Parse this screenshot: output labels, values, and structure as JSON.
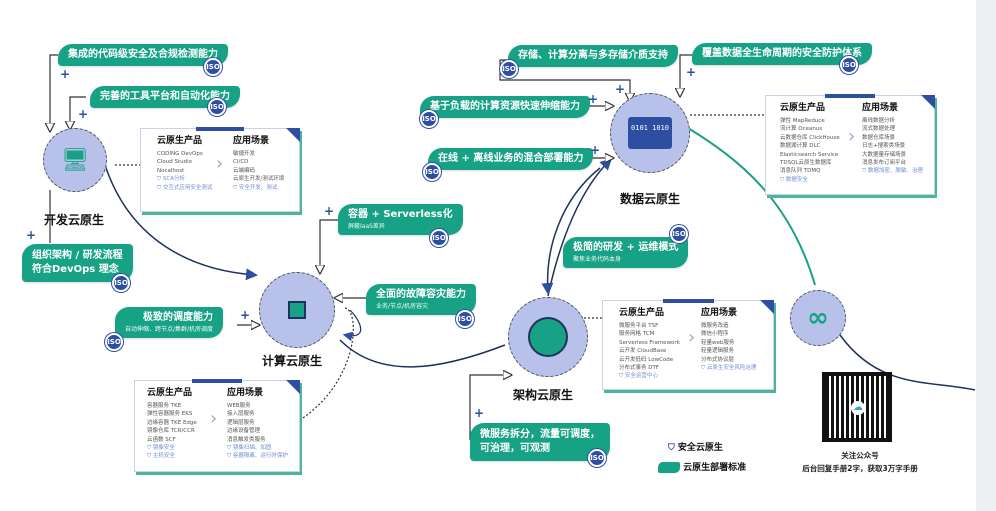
{
  "tags": {
    "code_security": "集成的代码级安全及合规检测能力",
    "tool_platform": "完善的工具平台和自动化能力",
    "devops_org_1": "组织架构 / 研发流程",
    "devops_org_2": "符合DevOps 理念",
    "serverless": "容器 + Serverless化",
    "serverless_sub": "屏蔽IaaS差异",
    "disaster": "全面的故障容灾能力",
    "disaster_sub": "业务/节点/机房容灾",
    "scheduling": "极致的调度能力",
    "scheduling_sub": "自动伸缩、跨节点/集群/机房调度",
    "storage": "存储、计算分离与多存储介质支持",
    "data_security": "覆盖数据全生命周期的安全防护体系",
    "elastic": "基于负载的计算资源快速伸缩能力",
    "hybrid": "在线 + 离线业务的混合部署能力",
    "rd_ops": "极简的研发 + 运维模式",
    "rd_ops_sub": "聚焦业务代码本身",
    "microservice_1": "微服务拆分，流量可调度，",
    "microservice_2": "可治理，可观测"
  },
  "iso": "ISO",
  "plus": "+",
  "nodes": {
    "devops": "开发云原生",
    "compute": "计算云原生",
    "arch": "架构云原生",
    "data": "数据云原生"
  },
  "data_icon": "0101 1010",
  "card_headers": {
    "products": "云原生产品",
    "scenarios": "应用场景"
  },
  "cards": {
    "devops": {
      "products": [
        "CODING DevOps",
        "Cloud Studio",
        "Nocalhost"
      ],
      "products_sec": [
        "SCA分析",
        "交互式应用安全测试"
      ],
      "scenarios": [
        "敏捷开发",
        "CI/CD",
        "云端编码",
        "云原生开发/测试环境"
      ],
      "scenarios_sec": [
        "安全开发、测试"
      ]
    },
    "data": {
      "products": [
        "弹性 MapReduce",
        "流计算 Oceanus",
        "云数据仓库 ClickHouse",
        "数据湖计算 DLC",
        "Elasticsearch Service",
        "TDSQL云原生数据库",
        "消息队列 TDMQ"
      ],
      "products_sec": [
        "数据安全"
      ],
      "scenarios": [
        "离线数据分析",
        "流式数据处理",
        "数据仓库场景",
        "日志+搜索类场景",
        "大数据量存储场景",
        "消息发布订阅平台"
      ],
      "scenarios_sec": [
        "数据加密、脱敏、治理"
      ]
    },
    "arch": {
      "products": [
        "微服务平台 TSF",
        "服务网格 TCM",
        "Serverless Framework",
        "云开发 CloudBase",
        "云开发低码 LowCode",
        "分布式事务 DTF"
      ],
      "products_sec": [
        "安全运营中心"
      ],
      "scenarios": [
        "微服务改造",
        "微信小程序",
        "轻量web服务",
        "轻量逻辑服务",
        "分布式协议层"
      ],
      "scenarios_sec": [
        "云原生安全风险治理"
      ]
    },
    "compute": {
      "products": [
        "容器服务 TKE",
        "弹性容器服务 EKS",
        "边缘容器 TKE Edge",
        "镜像仓库 TCR/CCR",
        "云函数 SCF"
      ],
      "products_sec": [
        "镜像安全",
        "主机安全"
      ],
      "scenarios": [
        "WEB服务",
        "接入层服务",
        "逻辑层服务",
        "边缘设备管理",
        "消息触发类服务"
      ],
      "scenarios_sec": [
        "镜像扫描、加固",
        "容器隔离、运行时保护"
      ]
    }
  },
  "legend": {
    "security": "安全云原生",
    "standard": "云原生部署标准"
  },
  "qr": {
    "title": "关注公众号",
    "desc": "后台回复手册2字，获取3万字手册"
  },
  "colors": {
    "teal": "#17a185",
    "navy": "#2d4ea1",
    "lavender": "#b8c1e9"
  }
}
